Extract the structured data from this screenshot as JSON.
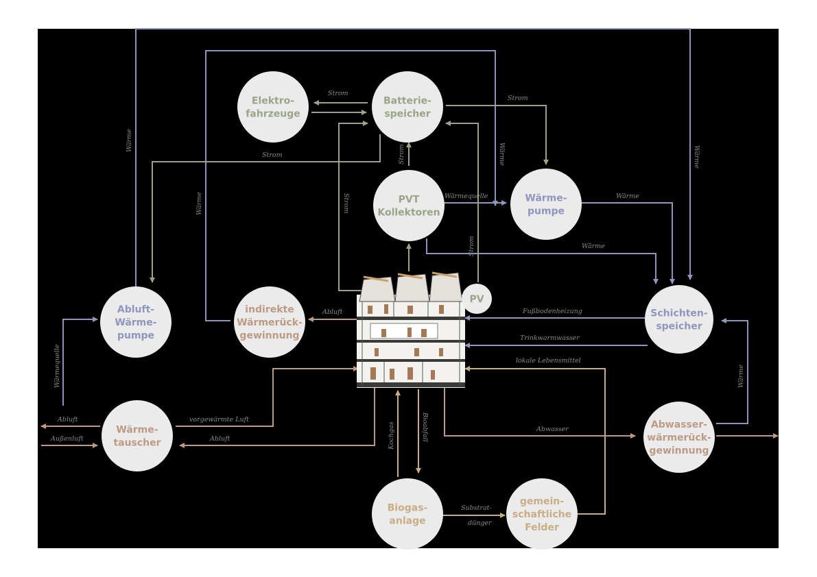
{
  "colors": {
    "background": "#000000",
    "node_fill": "#ebebeb",
    "green": "#9aa486",
    "blue": "#8f96bd",
    "brown": "#bd9a84",
    "gold": "#c9ad84",
    "edge_label": "#8a8a8a"
  },
  "nodes": {
    "elektro": [
      "Elektro-",
      "fahrzeuge"
    ],
    "batterie": [
      "Batterie-",
      "speicher"
    ],
    "pvt": [
      "PVT",
      "Kollektoren"
    ],
    "waermepumpe": [
      "Wärme-",
      "pumpe"
    ],
    "abluft_wp": [
      "Abluft-",
      "Wärme-",
      "pumpe"
    ],
    "indirekt": [
      "indirekte",
      "Wärmerück-",
      "gewinnung"
    ],
    "schichten": [
      "Schichten-",
      "speicher"
    ],
    "waermetauscher": [
      "Wärme-",
      "tauscher"
    ],
    "abwasser": [
      "Abwasser-",
      "wärmerück-",
      "gewinnung"
    ],
    "biogas": [
      "Biogas-",
      "anlage"
    ],
    "felder": [
      "gemein-",
      "schaftliche",
      "Felder"
    ],
    "pv": [
      "PV"
    ]
  },
  "edge_labels": {
    "strom_ev": "Strom",
    "strom_wp": "Strom",
    "strom_abluft": "Strom",
    "strom_pvt_bat": "Strom",
    "strom_building": "Strom",
    "strom_pv": "Strom",
    "waerme_left_outer": "Wärme",
    "waerme_left_inner": "Wärme",
    "waerme_top": "Wärme",
    "waerme_right": "Wärme",
    "waermequelle_pvt": "Wärmequelle",
    "waerme_wp_schichten": "Wärme",
    "waerme_pvt_schichten": "Wärme",
    "fussbodenheizung": "Fußbodenheizung",
    "trinkwarmwasser": "Trinkwarmwasser",
    "lokale_lebensmittel": "lokale Lebensmittel",
    "abluft_indirekt": "Abluft",
    "waermequelle_abluft": "Wärmequelle",
    "abluft_out": "Abluft",
    "aussenluft_in": "Außenluft",
    "vorgewaermte_luft": "vorgewärmte Luft",
    "abluft_building": "Abluft",
    "abwasser": "Abwasser",
    "waerme_abwasser": "Wärme",
    "kochgas": "Kochgas",
    "bioabfall": "Bioabfall",
    "substratduenger": [
      "Substrat-",
      "dünger"
    ]
  }
}
